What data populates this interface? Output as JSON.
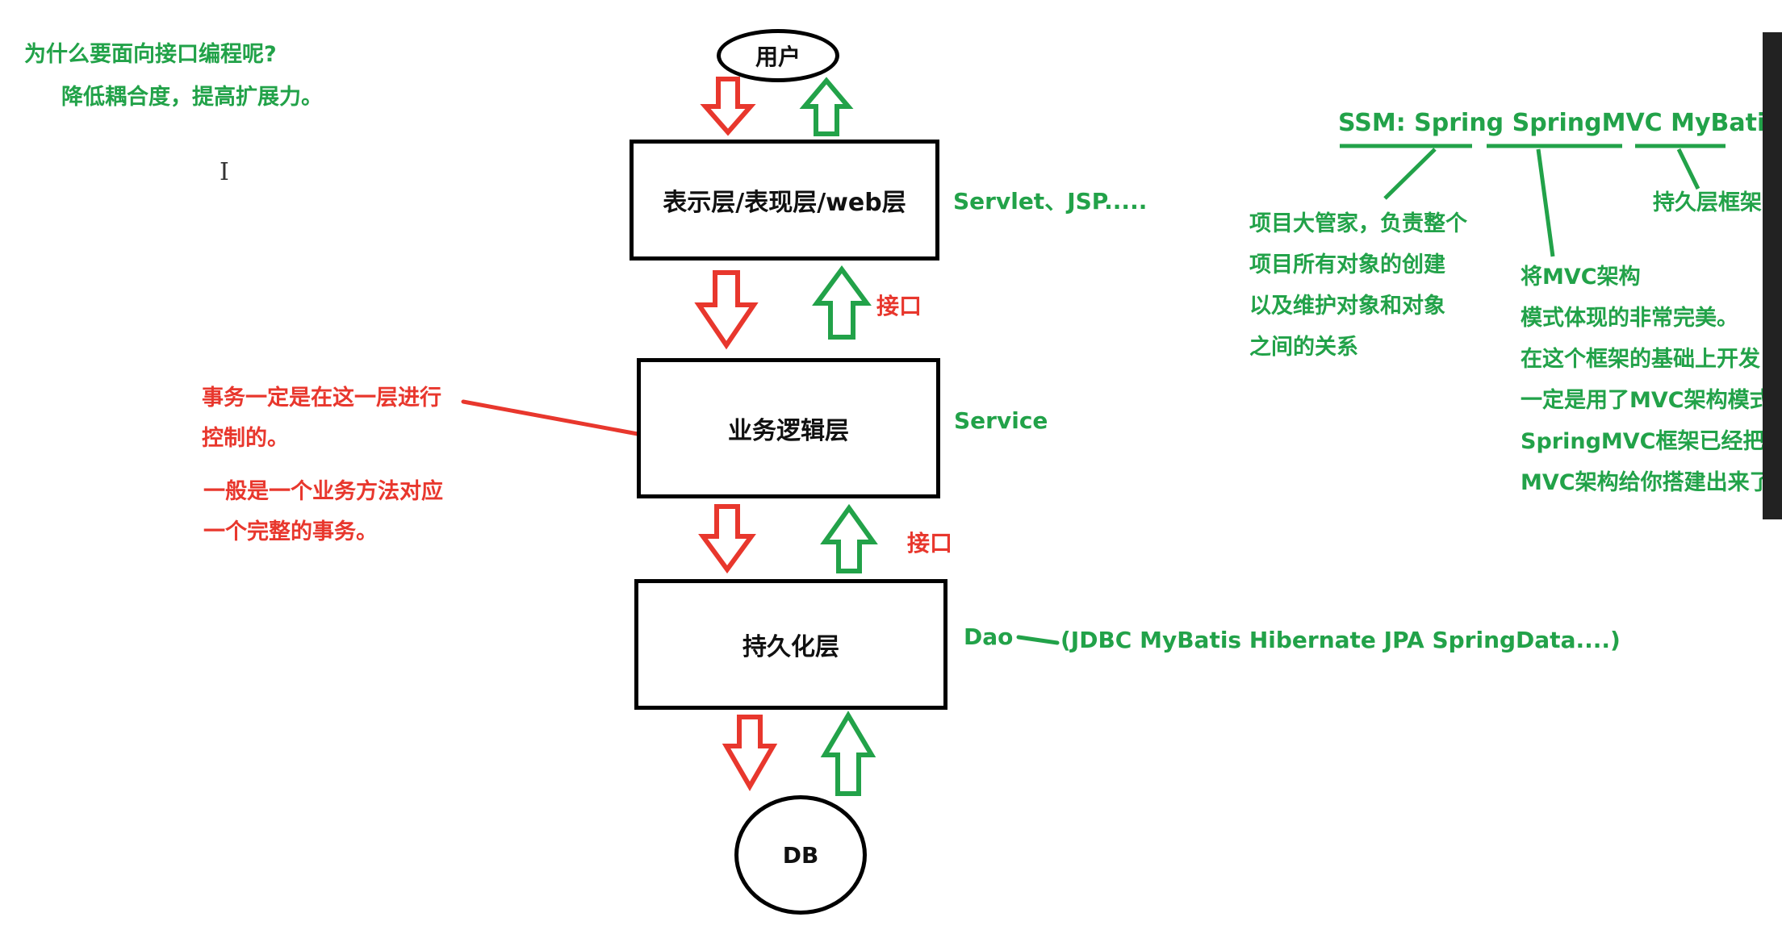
{
  "title_question": "为什么要面向接口编程呢?",
  "title_answer": "降低耦合度，提高扩展力。",
  "nodes": {
    "user": "用户",
    "presentation": "表示层/表现层/web层",
    "business": "业务逻辑层",
    "persistence": "持久化层",
    "db": "DB"
  },
  "interface_label_1": "接口",
  "interface_label_2": "接口",
  "right_labels": {
    "servlet": "Servlet、JSP.....",
    "service": "Service",
    "dao": "Dao",
    "dao_frameworks": "(JDBC MyBatis Hibernate JPA SpringData....)"
  },
  "transaction_note": [
    "事务一定是在这一层进行",
    "控制的。"
  ],
  "business_note": [
    "一般是一个业务方法对应",
    "一个完整的事务。"
  ],
  "ssm": {
    "heading": "SSM: Spring SpringMVC MyBatis",
    "spring_note": [
      "项目大管家，负责整个",
      "项目所有对象的创建",
      "以及维护对象和对象",
      "之间的关系"
    ],
    "springmvc_note": [
      "将MVC架构",
      "模式体现的非常完美。",
      "在这个框架的基础上开发",
      "一定是用了MVC架构模式",
      "SpringMVC框架已经把",
      "MVC架构给你搭建出来了"
    ],
    "mybatis_note": "持久层框架"
  },
  "colors": {
    "green": "#22a249",
    "red": "#e8372d",
    "black": "#000000"
  },
  "icons": [
    "text-cursor-icon",
    "red-down-arrow-icon",
    "green-up-arrow-icon"
  ]
}
